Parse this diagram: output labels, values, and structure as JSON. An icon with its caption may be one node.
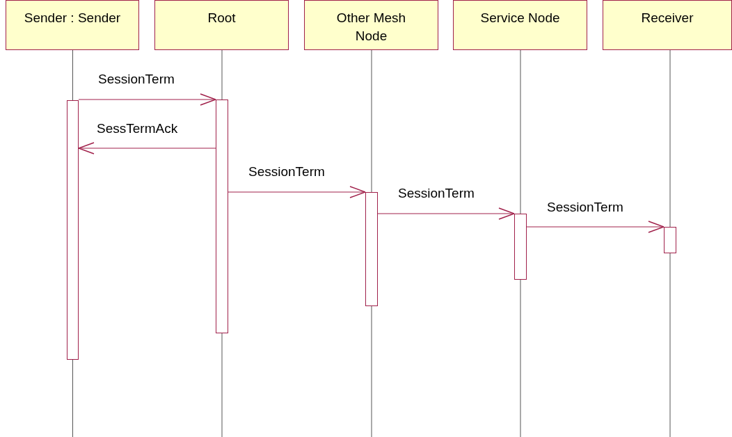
{
  "diagram": {
    "nodes": [
      {
        "text": [
          "Sender : Sender"
        ]
      },
      {
        "text": [
          "Root"
        ]
      },
      {
        "text": [
          "Other Mesh Node"
        ]
      },
      {
        "text": [
          "Service Node"
        ]
      },
      {
        "text": [
          "Receiver"
        ]
      },
      {
        "text": [],
        "shape": "bar"
      },
      {
        "text": [],
        "shape": "bar"
      },
      {
        "text": [],
        "shape": "bar"
      },
      {
        "text": [],
        "shape": "bar"
      },
      {
        "text": [],
        "shape": "bar"
      }
    ],
    "edges": [
      {
        "from": 5,
        "to": 6,
        "arrow": "to",
        "label": "SessionTerm"
      },
      {
        "from": 6,
        "to": 5,
        "arrow": "to",
        "label": "SessTermAck"
      },
      {
        "from": 6,
        "to": 7,
        "arrow": "to",
        "label": "SessionTerm"
      },
      {
        "from": 7,
        "to": 8,
        "arrow": "to",
        "label": "SessionTerm"
      },
      {
        "from": 8,
        "to": 9,
        "arrow": "to",
        "label": "SessionTerm"
      },
      {
        "from": 0,
        "to": 5,
        "arrow": "none"
      },
      {
        "from": 1,
        "to": 6,
        "arrow": "none"
      },
      {
        "from": 2,
        "to": 7,
        "arrow": "none"
      },
      {
        "from": 3,
        "to": 8,
        "arrow": "none"
      },
      {
        "from": 4,
        "to": 9,
        "arrow": "none"
      }
    ]
  }
}
